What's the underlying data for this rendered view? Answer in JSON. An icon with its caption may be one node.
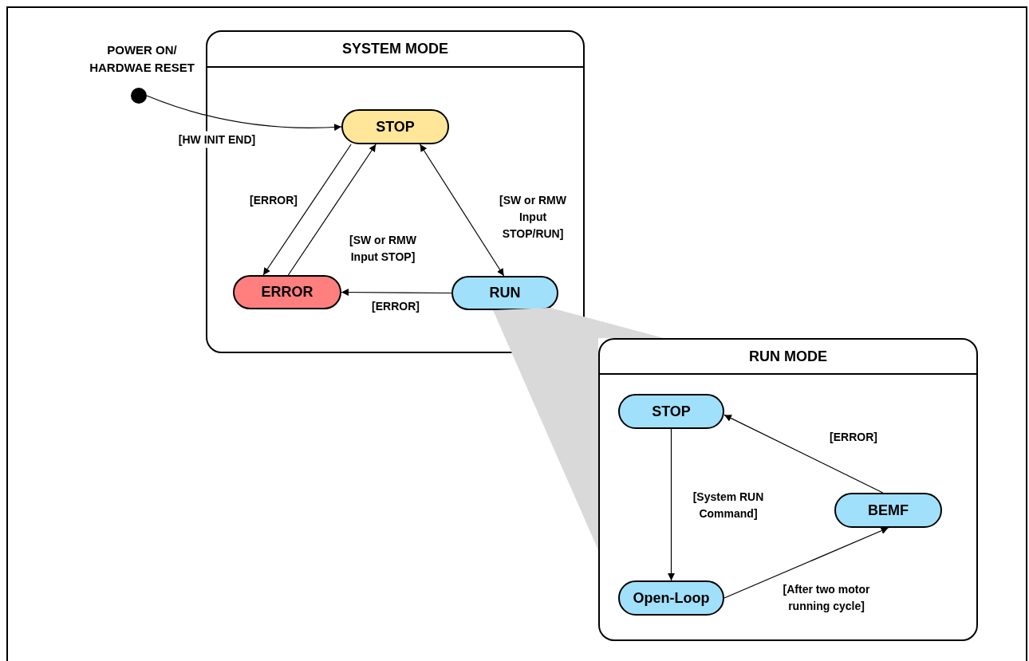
{
  "diagram": {
    "nodes": [
      {
        "text": [
          "SYSTEM MODE"
        ]
      },
      {
        "text": [],
        "shape": "circle",
        "beside": [
          "POWER ON/ HARDWAE RESET"
        ]
      },
      {
        "text": [
          "STOP"
        ],
        "in": 0
      },
      {
        "text": [
          "ERROR"
        ],
        "in": 0
      },
      {
        "text": [
          "RUN"
        ],
        "in": 0
      },
      {
        "text": [
          "RUN MODE"
        ]
      },
      {
        "text": [
          "STOP"
        ],
        "in": 5
      },
      {
        "text": [
          "BEMF"
        ],
        "in": 5
      },
      {
        "text": [
          "Open-Loop"
        ],
        "in": 5
      }
    ],
    "edges": [
      {
        "from": 1,
        "to": 2,
        "arrow": "to",
        "label": "[HW INIT END]"
      },
      {
        "from": 2,
        "to": 3,
        "arrow": "to",
        "label": "[ERROR]"
      },
      {
        "from": 3,
        "to": 2,
        "arrow": "to",
        "label": "[SW or RMW Input STOP]"
      },
      {
        "from": 2,
        "to": 4,
        "arrow": "both",
        "label": "[SW or RMW Input STOP/RUN]"
      },
      {
        "from": 4,
        "to": 3,
        "arrow": "to",
        "label": "[ERROR]"
      },
      {
        "from": 6,
        "to": 8,
        "arrow": "to",
        "label": "[System RUN Command]"
      },
      {
        "from": 8,
        "to": 7,
        "arrow": "to",
        "label": "[After two motor running cycle]"
      },
      {
        "from": 7,
        "to": 6,
        "arrow": "to",
        "label": "[ERROR]"
      }
    ]
  }
}
